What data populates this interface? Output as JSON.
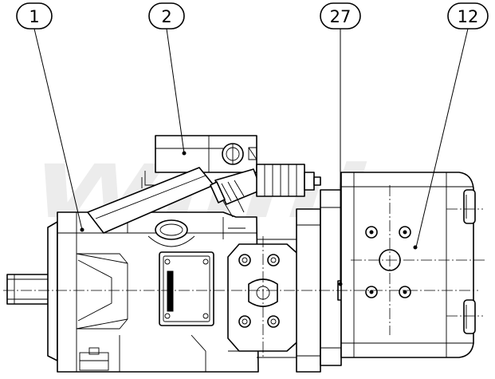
{
  "drawing": {
    "watermark": "Wiinlo",
    "callouts": [
      {
        "id": "callout-1",
        "label": "1"
      },
      {
        "id": "callout-2",
        "label": "2"
      },
      {
        "id": "callout-27",
        "label": "27"
      },
      {
        "id": "callout-12",
        "label": "12"
      }
    ]
  }
}
